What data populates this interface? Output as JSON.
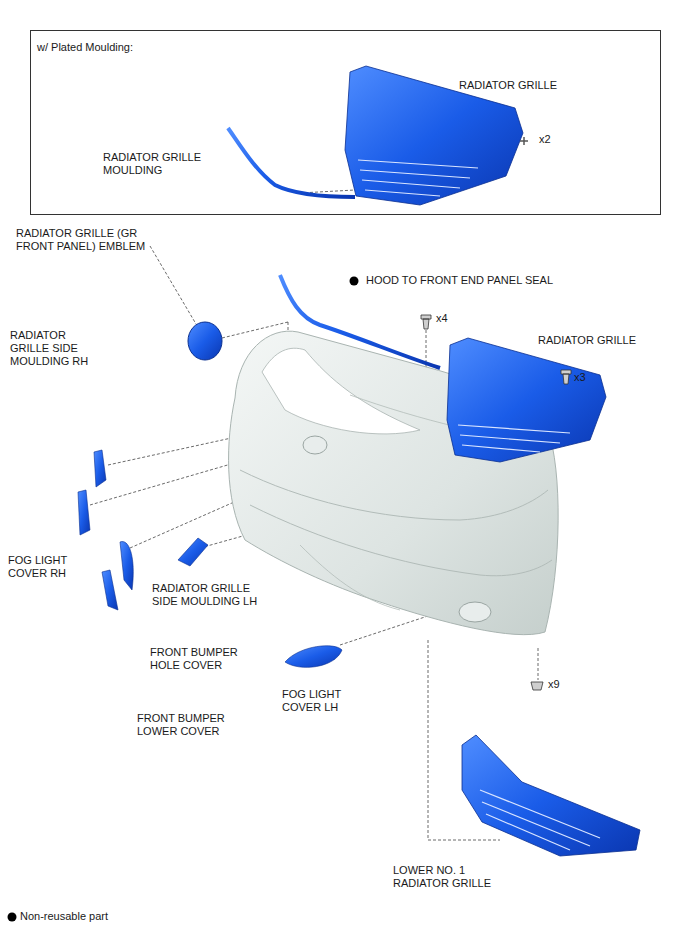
{
  "diagram": {
    "nodes": [
      {
        "text": [
          "w/ Plated Moulding:",
          "RADIATOR GRILLE",
          "RADIATOR GRILLE MOULDING",
          "x2"
        ]
      }
    ],
    "labels": [
      "RADIATOR GRILLE (GR FRONT PANEL) EMBLEM",
      "HOOD TO FRONT END PANEL SEAL",
      "x4",
      "RADIATOR GRILLE",
      "x3",
      "RADIATOR GRILLE SIDE MOULDING RH",
      "FOG LIGHT COVER RH",
      "RADIATOR GRILLE SIDE MOULDING LH",
      "FRONT BUMPER HOLE COVER",
      "FRONT BUMPER LOWER COVER",
      "FOG LIGHT COVER LH",
      "x9",
      "LOWER NO. 1 RADIATOR GRILLE"
    ],
    "legend": [
      {
        "text": "Non-reusable part"
      }
    ]
  }
}
